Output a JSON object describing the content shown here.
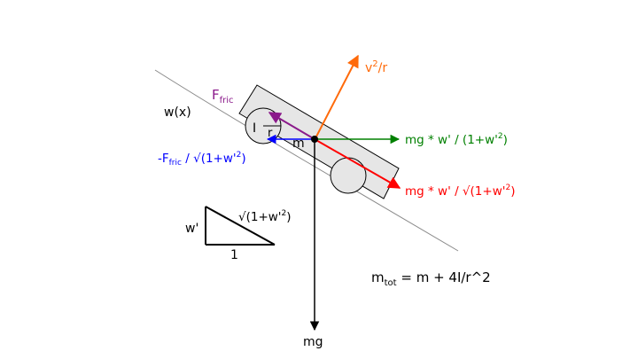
{
  "colors": {
    "orange": "#ff6a0a",
    "purple": "#8b1a8b",
    "green": "#008000",
    "red": "#ff0000",
    "blue": "#0000ff",
    "black": "#000000",
    "curve": "#8a8a8a",
    "body_fill": "#e6e6e6"
  },
  "labels": {
    "centripetal": {
      "v": "v",
      "sup": "2",
      "rest": "/r"
    },
    "friction": {
      "base": "F",
      "sub": "fric"
    },
    "curve": "w(x)",
    "inertia": "I",
    "radius": "r",
    "mass": "m",
    "green_force": {
      "pre": "mg * w' / (1+w'",
      "sup": "2",
      "post": ")"
    },
    "red_force": {
      "pre": "mg * w' / √(1+w'",
      "sup": "2",
      "post": ")"
    },
    "blue_force": {
      "pre": "-F",
      "sub": "fric",
      "mid": " / √(1+w'",
      "sup": "2",
      "post": ")"
    },
    "triangle_hyp": {
      "pre": "√(1+w'",
      "sup": "2",
      "post": ")"
    },
    "triangle_vertical": "w'",
    "triangle_base": "1",
    "total_mass": {
      "pre": "m",
      "sub": "tot",
      "post": " = m + 4I/r^2"
    },
    "weight": "mg"
  }
}
